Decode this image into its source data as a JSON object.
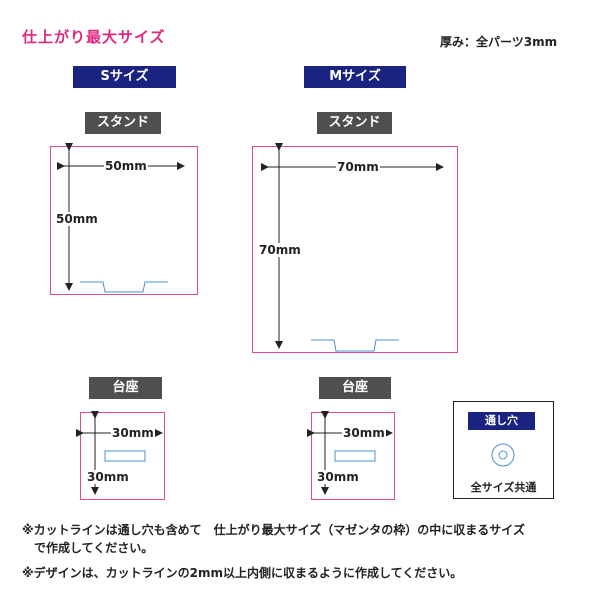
{
  "header": {
    "title": "仕上がり最大サイズ",
    "thickness": "厚み：全パーツ3mm"
  },
  "small": {
    "size_label": "Sサイズ",
    "stand_label": "スタンド",
    "stand_width": "50mm",
    "stand_height": "50mm",
    "base_label": "台座",
    "base_width": "30mm",
    "base_height": "30mm"
  },
  "medium": {
    "size_label": "Mサイズ",
    "stand_label": "スタンド",
    "stand_width": "70mm",
    "stand_height": "70mm",
    "base_label": "台座",
    "base_width": "30mm",
    "base_height": "30mm"
  },
  "hole": {
    "label": "通し穴",
    "caption": "全サイズ共通"
  },
  "notes": {
    "line1": "※カットラインは通し穴も含めて　仕上がり最大サイズ（マゼンタの枠）の中に収まるサイズ",
    "line2": "　で作成してください。",
    "line3": "※デザインは、カットラインの2mm以上内側に収まるように作成してください。"
  },
  "colors": {
    "accent_magenta": "#e0287f",
    "frame_magenta": "#d94a97",
    "size_tag_navy": "#1a2480",
    "part_tag_gray": "#4f4f4f",
    "cut_line_blue": "#4a8fd6"
  }
}
